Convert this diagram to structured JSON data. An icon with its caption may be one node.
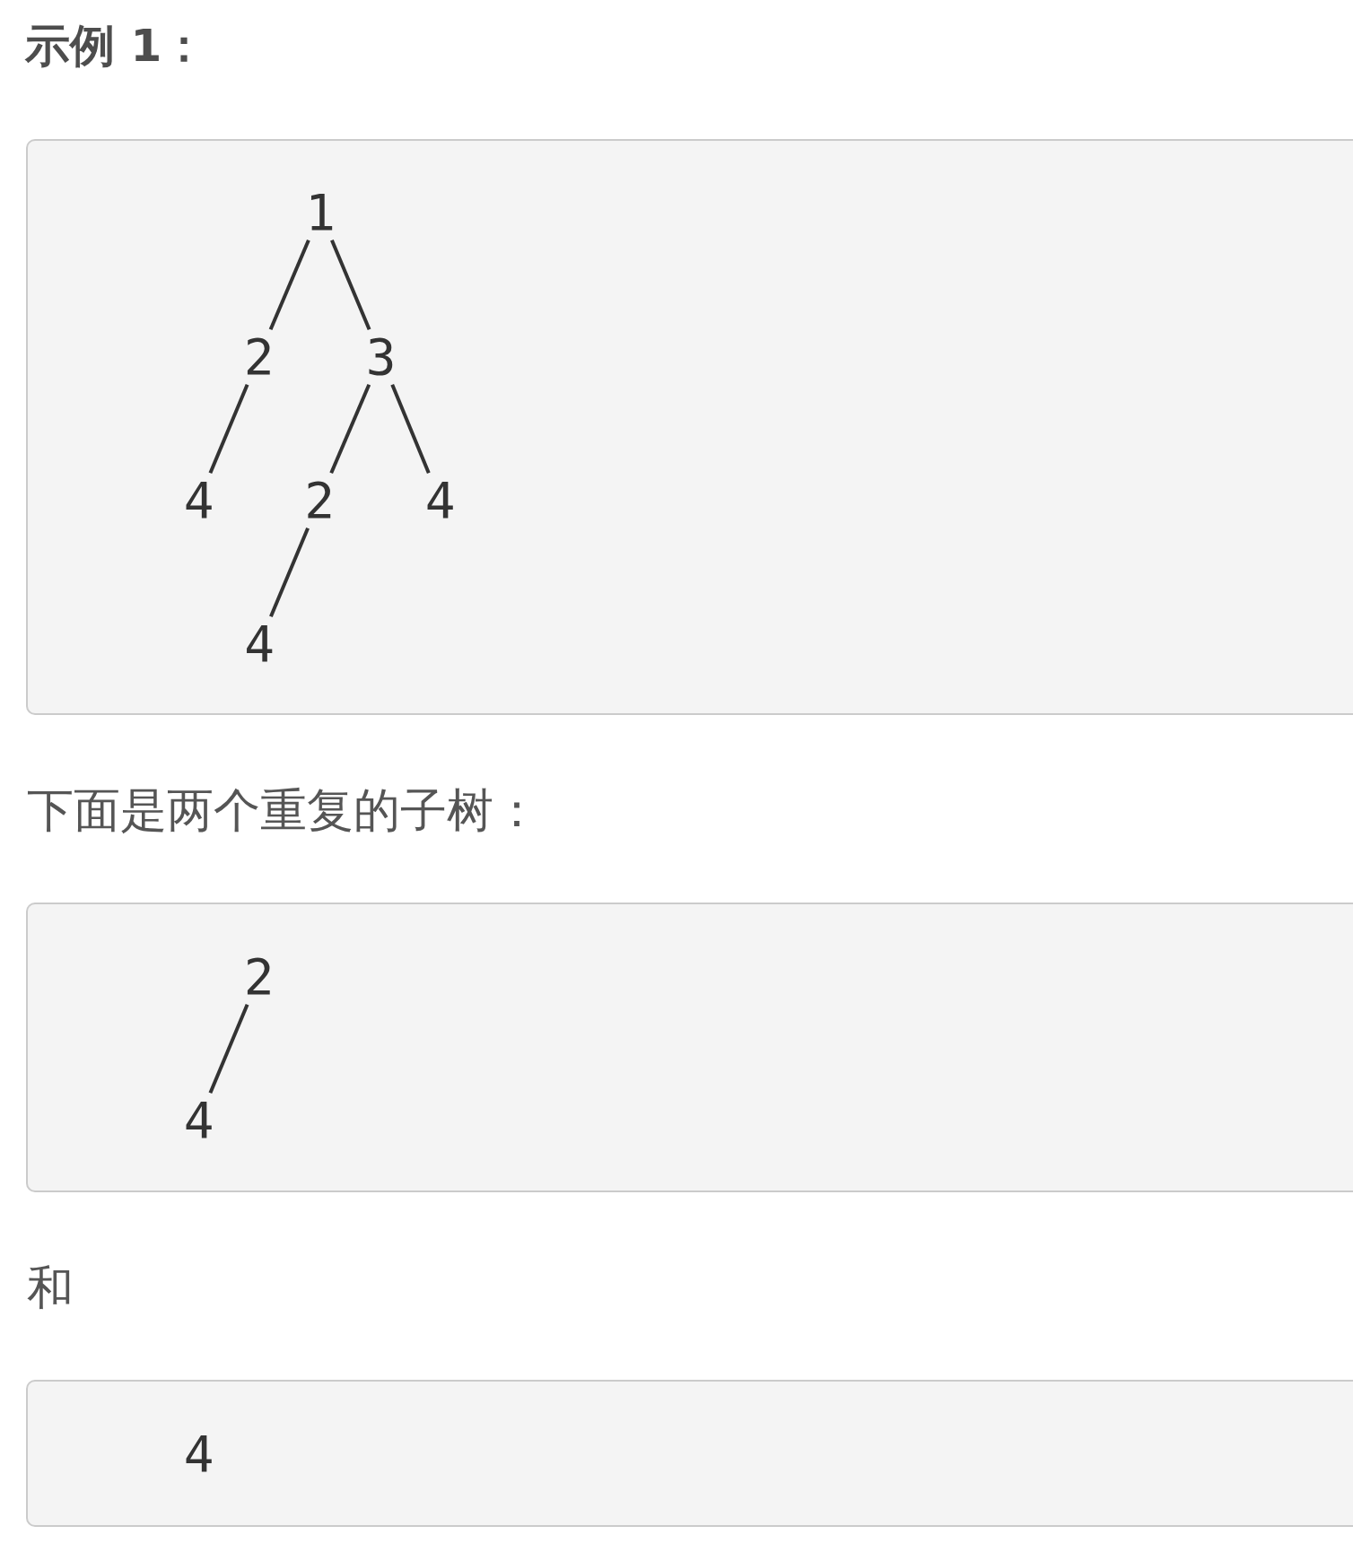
{
  "diagram": {
    "title": "示例 1：",
    "nodes": [
      {
        "text": [],
        "shape": "box"
      },
      {
        "text": [
          "1"
        ],
        "in": 0
      },
      {
        "text": [
          "2"
        ],
        "in": 0
      },
      {
        "text": [
          "3"
        ],
        "in": 0
      },
      {
        "text": [
          "4"
        ],
        "in": 0
      },
      {
        "text": [
          "2"
        ],
        "in": 0
      },
      {
        "text": [
          "4"
        ],
        "in": 0
      },
      {
        "text": [
          "4"
        ],
        "in": 0
      },
      {
        "text": [],
        "shape": "box"
      },
      {
        "text": [
          "2"
        ],
        "in": 8
      },
      {
        "text": [
          "4"
        ],
        "in": 8
      },
      {
        "text": [],
        "shape": "box"
      },
      {
        "text": [
          "4"
        ],
        "in": 11
      }
    ],
    "edges": [
      {
        "from": 1,
        "to": 2,
        "arrow": "none"
      },
      {
        "from": 1,
        "to": 3,
        "arrow": "none"
      },
      {
        "from": 2,
        "to": 4,
        "arrow": "none"
      },
      {
        "from": 3,
        "to": 5,
        "arrow": "none"
      },
      {
        "from": 3,
        "to": 6,
        "arrow": "none"
      },
      {
        "from": 5,
        "to": 7,
        "arrow": "none"
      },
      {
        "from": 9,
        "to": 10,
        "arrow": "none"
      }
    ],
    "labels": [
      "下面是两个重复的子树：",
      "和"
    ]
  }
}
